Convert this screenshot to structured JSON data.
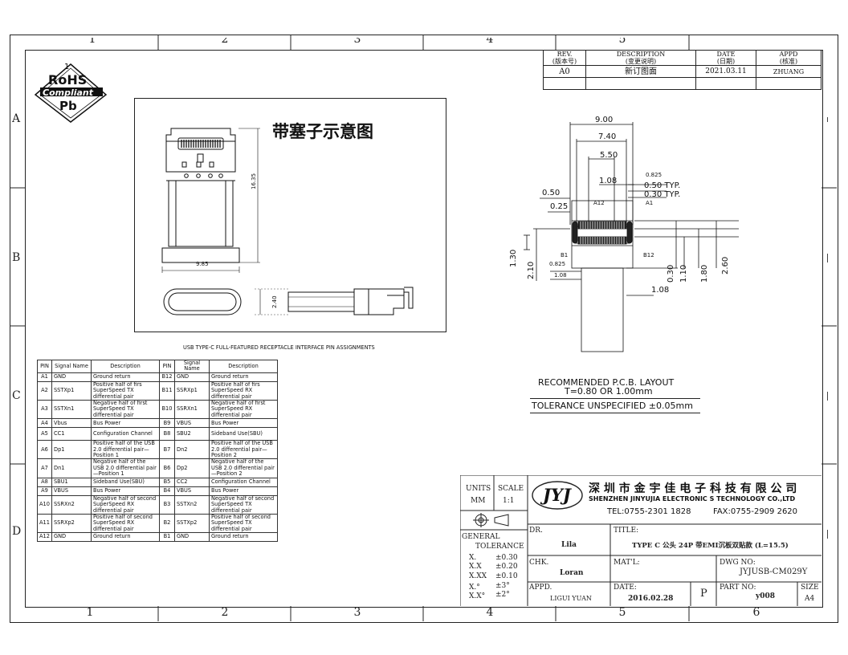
{
  "zones": {
    "columns": [
      "1",
      "2",
      "3",
      "4",
      "5",
      "6"
    ],
    "rows": [
      "A",
      "B",
      "C",
      "D"
    ]
  },
  "rohs": {
    "line1": "RoHS",
    "line2": "Compliant",
    "line3": "Pb",
    "sup": "1"
  },
  "revision": {
    "headers": [
      [
        "REV.",
        "(版本号)"
      ],
      [
        "DESCRIPTION",
        "(变更说明)"
      ],
      [
        "DATE",
        "(日期)"
      ],
      [
        "APPD",
        "(核准)"
      ]
    ],
    "rows": [
      [
        "A0",
        "新订图面",
        "2021.03.11",
        "ZHUANG"
      ]
    ]
  },
  "plug_view": {
    "title": "带塞子示意图",
    "dim_height": "16.35",
    "dim_width": "9.85",
    "dim_side": "2.40"
  },
  "pcb": {
    "dims_top": [
      "9.00",
      "7.40",
      "5.50",
      "1.08",
      "0.825"
    ],
    "typ1": "0.50 TYP.",
    "typ2": "0.30 TYP.",
    "left_dims": [
      "0.50",
      "0.25"
    ],
    "pin_labels": [
      "A12",
      "A1",
      "B1",
      "B12"
    ],
    "small_dims": [
      "0.825",
      "1.08"
    ],
    "vert_dims": [
      "1.30",
      "2.10",
      "0.30",
      "1.10",
      "1.80",
      "2.60"
    ],
    "bottom_dim": "1.08",
    "caption1": "RECOMMENDED   P.C.B.  LAYOUT",
    "caption2": "T=0.80  OR  1.00mm",
    "tolerance": "TOLERANCE  UNSPECIFIED  ±0.05mm"
  },
  "pin_table": {
    "title": "USB TYPE-C FULL-FEATURED RECEPTACLE INTERFACE PIN ASSIGNMENTS",
    "headers": [
      "PIN",
      "Signal Name",
      "Description",
      "PIN",
      "Signal Name",
      "Description"
    ],
    "rows": [
      [
        "A1",
        "GND",
        "Ground return",
        "B12",
        "GND",
        "Ground return"
      ],
      [
        "A2",
        "SSTXp1",
        "Positive half of firs SuperSpeed TX differential pair",
        "B11",
        "SSRXp1",
        "Positive half of firs SuperSpeed RX differential pair"
      ],
      [
        "A3",
        "SSTXn1",
        "Negative half of first SuperSpeed TX differential pair",
        "B10",
        "SSRXn1",
        "Negative half of first SuperSpeed RX differential pair"
      ],
      [
        "A4",
        "Vbus",
        "Bus Power",
        "B9",
        "VBUS",
        "Bus Power"
      ],
      [
        "A5",
        "CC1",
        "Configuration Channel",
        "B8",
        "SBU2",
        "Sideband Use(SBU)"
      ],
      [
        "A6",
        "Dp1",
        "Positive half of the USB 2.0 differential pair—Position 1",
        "B7",
        "Dn2",
        "Positive half of the USB 2.0 differential pair—Position 2"
      ],
      [
        "A7",
        "Dn1",
        "Negative half of the USB 2.0 differential pair—Position 1",
        "B6",
        "Dp2",
        "Negative half of the USB 2.0 differential pair—Position 2"
      ],
      [
        "A8",
        "SBU1",
        "Sideband Use(SBU)",
        "B5",
        "CC2",
        "Configuration Channel"
      ],
      [
        "A9",
        "VBUS",
        "Bus Power",
        "B4",
        "VBUS",
        "Bus Power"
      ],
      [
        "A10",
        "SSRXn2",
        "Negative half of second SuperSpeed RX differential pair",
        "B3",
        "SSTXn2",
        "Negative half of second SuperSpeed TX differential pair"
      ],
      [
        "A11",
        "SSRXp2",
        "Positive half of second SuperSpeed RX differential pair",
        "B2",
        "SSTXp2",
        "Positive half of second SuperSpeed TX differential pair"
      ],
      [
        "A12",
        "GND",
        "Ground return",
        "B1",
        "GND",
        "Ground return"
      ]
    ]
  },
  "title_block": {
    "units_label": "UNITS",
    "units": "MM",
    "scale_label": "SCALE",
    "scale": "1:1",
    "general": "GENERAL",
    "tolerance": "TOLERANCE",
    "tol_rows": [
      [
        "X.",
        "±0.30"
      ],
      [
        "X.X",
        "±0.20"
      ],
      [
        "X.XX",
        "±0.10"
      ],
      [
        "X.°",
        "±3°"
      ],
      [
        "X.X°",
        "±2°"
      ]
    ],
    "company_cn": "深 圳 市 金 宇 佳 电 子 科 技 有 限 公 司",
    "company_en": "SHENZHEN  JINYUJIA ELECTRONIC S TECHNOLOGY  CO.,LTD",
    "tel": "TEL:0755-2301 1828",
    "fax": "FAX:0755-2909 2620",
    "logo": "JYJ",
    "dr_label": "DR.",
    "dr": "Lila",
    "chk_label": "CHK.",
    "chk": "Loran",
    "appd_label": "APPD.",
    "appd": "LIGUI YUAN",
    "title_label": "TITLE:",
    "title": "TYPE C 公头 24P 带EMI沉板双贴款 (L=15.5)",
    "matl_label": "MAT'L:",
    "dwg_label": "DWG NO:",
    "dwg": "JYJUSB-CM029Y",
    "date_label": "DATE:",
    "date": "2016.02.28",
    "p": "P",
    "part_label": "PART NO:",
    "part": "y008",
    "size_label": "SIZE",
    "size": "A4"
  }
}
